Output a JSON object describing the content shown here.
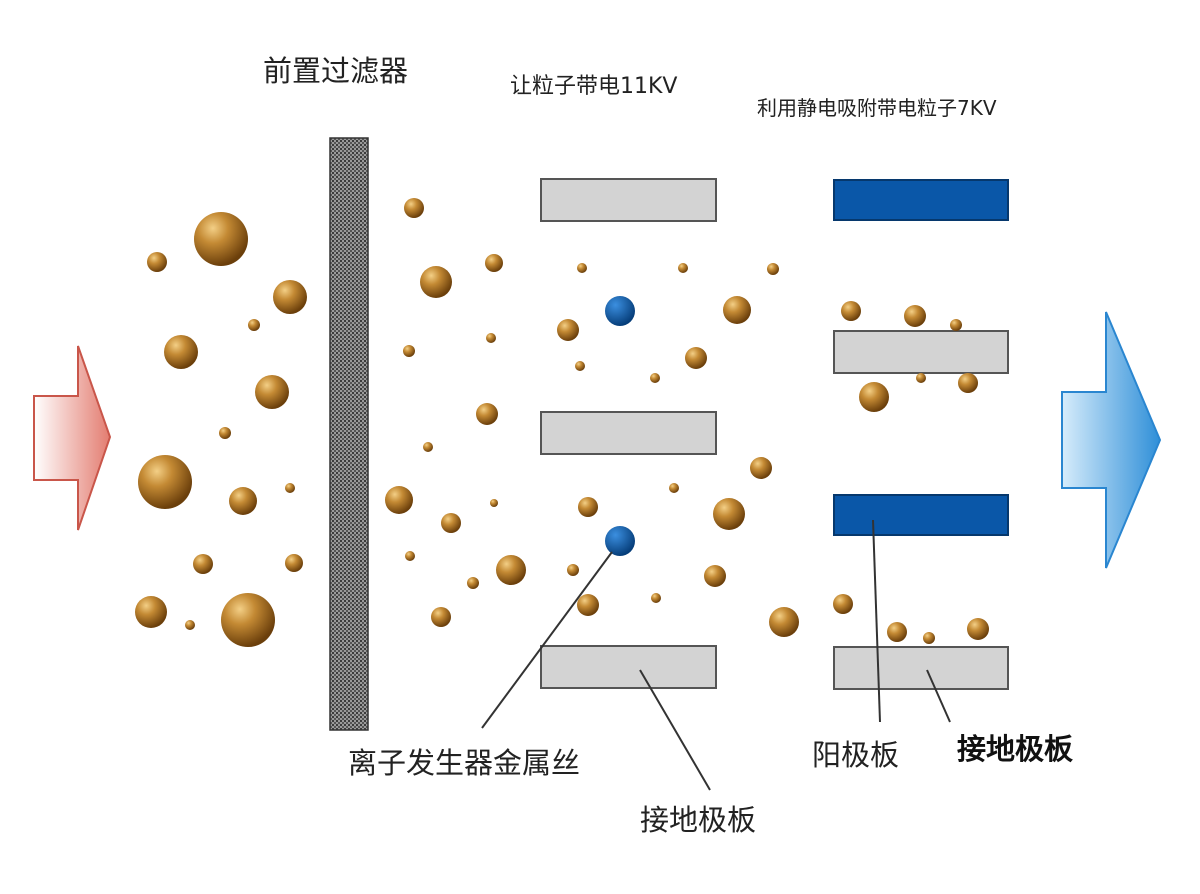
{
  "labels": {
    "pre_filter": "前置过滤器",
    "charge_particles": "让粒子带电11KV",
    "adsorb_particles": "利用静电吸附带电粒子7KV",
    "ion_wire": "离子发生器金属丝",
    "ground_plate_1": "接地极板",
    "anode_plate": "阳极板",
    "ground_plate_2": "接地极板"
  },
  "colors": {
    "particle": "#b8761f",
    "ion_wire": "#0b5cad",
    "ground_plate": "#d3d3d3",
    "anode_plate": "#0a57a8",
    "filter": "#6c6c6c",
    "inlet_arrow": "#d9645a",
    "outlet_arrow": "#3a9ad9"
  },
  "icons": {
    "inlet": "arrow-right-icon",
    "outlet": "arrow-right-icon"
  }
}
